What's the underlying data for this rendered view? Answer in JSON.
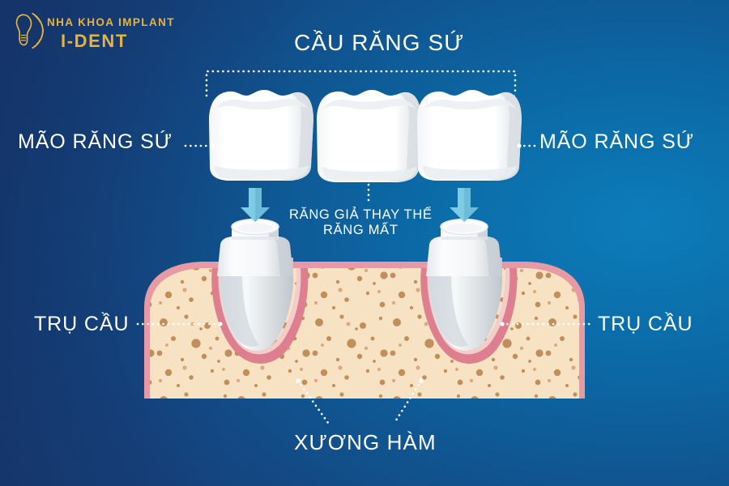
{
  "brand": {
    "logo_icon": "tooth-implant-logo-icon",
    "line1": "NHA KHOA IMPLANT",
    "line2": "I-DENT",
    "color": "#e8b339"
  },
  "diagram": {
    "title": "CẦU RĂNG SỨ",
    "background_colors": {
      "navy": "#16376a",
      "mid_blue": "#0f5793",
      "cyan_blue": "#0d7cba"
    },
    "labels": [
      {
        "id": "crown-left",
        "text": "MÃO RĂNG SỨ"
      },
      {
        "id": "crown-right",
        "text": "MÃO RĂNG SỨ"
      },
      {
        "id": "pontic-line1",
        "text": "RĂNG GIẢ THAY THẾ"
      },
      {
        "id": "pontic-line2",
        "text": "RĂNG MẤT"
      },
      {
        "id": "abutment-left",
        "text": "TRỤ CẦU"
      },
      {
        "id": "abutment-right",
        "text": "TRỤ CẦU"
      },
      {
        "id": "jawbone",
        "text": "XƯƠNG HÀM"
      }
    ],
    "parts": {
      "crown_color": "#ffffff",
      "crown_shade": "#e3e6ea",
      "abutment_color": "#f2f3f5",
      "abutment_shade": "#c9ced4",
      "gum_outer": "#e79aa3",
      "gum_inner": "#dd7f8e",
      "bone_color": "#f5e0bd",
      "bone_speckle": "#c08f5c",
      "arrow_color": "#7ecbe4",
      "leader_color": "#ffffff"
    },
    "crown_count": 3,
    "arrow_count": 2,
    "arrow_icon": "down-arrow-icon"
  }
}
